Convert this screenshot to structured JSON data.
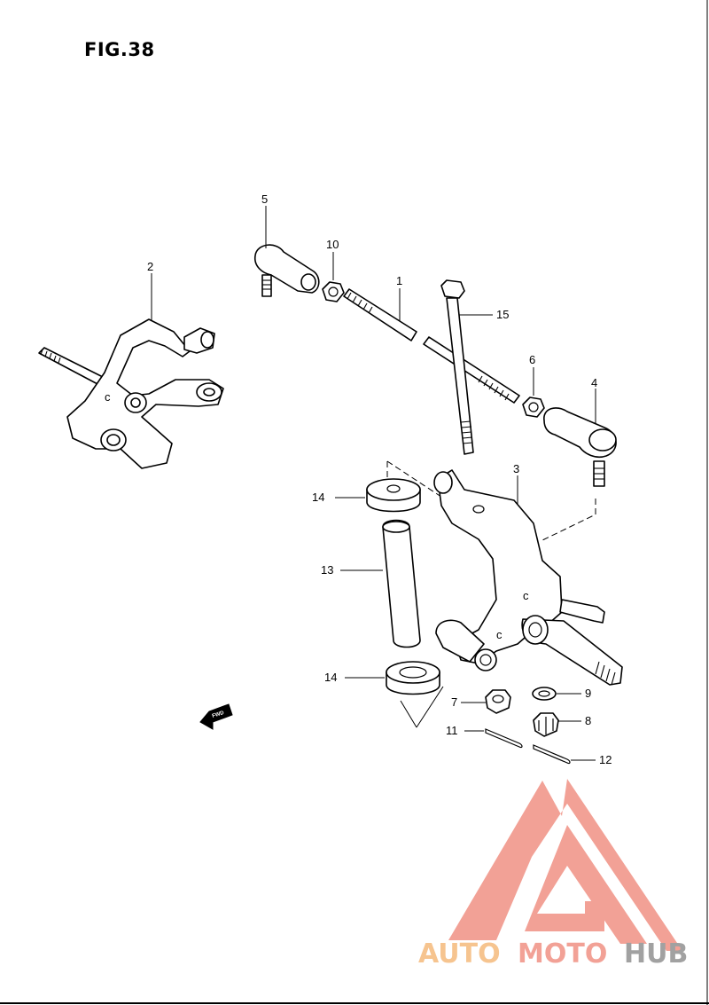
{
  "figure": {
    "title": "FIG.38"
  },
  "callouts": [
    {
      "id": "1",
      "label": "1"
    },
    {
      "id": "2",
      "label": "2"
    },
    {
      "id": "3",
      "label": "3"
    },
    {
      "id": "4",
      "label": "4"
    },
    {
      "id": "5",
      "label": "5"
    },
    {
      "id": "6",
      "label": "6"
    },
    {
      "id": "7",
      "label": "7"
    },
    {
      "id": "8",
      "label": "8"
    },
    {
      "id": "9",
      "label": "9"
    },
    {
      "id": "10",
      "label": "10"
    },
    {
      "id": "11",
      "label": "11"
    },
    {
      "id": "12",
      "label": "12"
    },
    {
      "id": "13",
      "label": "13"
    },
    {
      "id": "14a",
      "label": "14"
    },
    {
      "id": "14b",
      "label": "14"
    },
    {
      "id": "15",
      "label": "15"
    }
  ],
  "fwd_marker": {
    "label": "FWD"
  },
  "watermark": {
    "text_part1": "AUTO",
    "text_part2": "MOTO",
    "text_part3": "HUB",
    "colors": {
      "accent": "#f19a8e",
      "dark": "#9a9a9a",
      "orange": "#f6bf86"
    }
  }
}
